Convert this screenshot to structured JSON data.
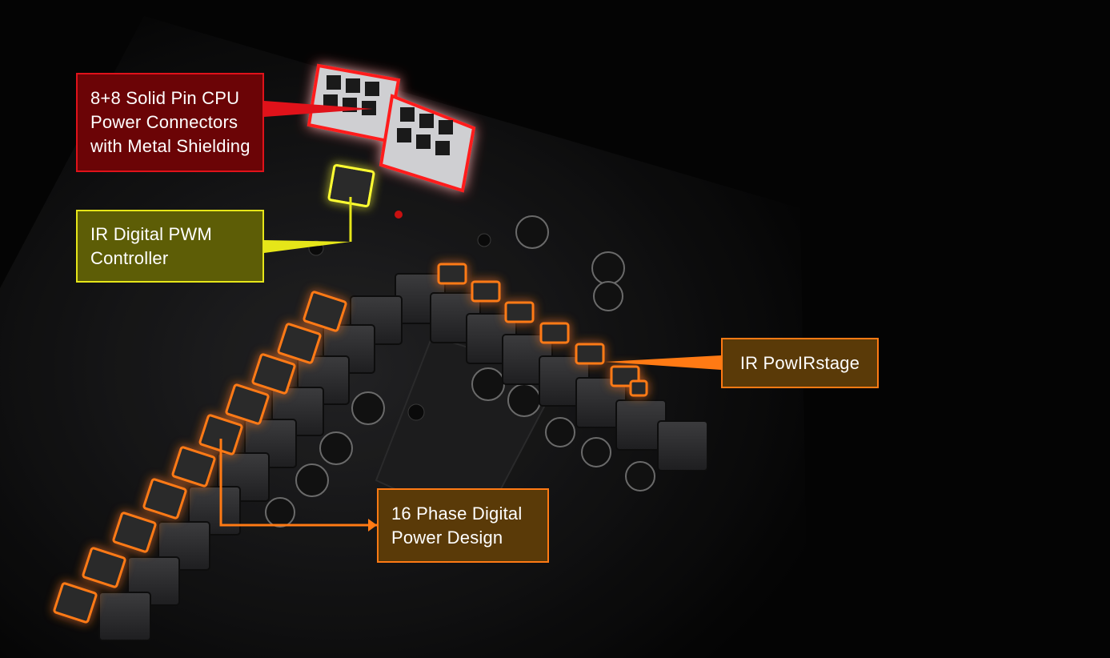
{
  "callouts": {
    "cpu_power": {
      "line1": "8+8 Solid Pin CPU",
      "line2": "Power Connectors",
      "line3": "with Metal Shielding",
      "border": "#e0121a",
      "fill": "#6b0406"
    },
    "pwm": {
      "line1": "IR Digital PWM",
      "line2": "Controller",
      "border": "#e6e619",
      "fill": "#5d5d06"
    },
    "powirstage": {
      "line1": "IR PowIRstage",
      "border": "#ff7a14",
      "fill": "#5a3a08"
    },
    "phase": {
      "line1": "16 Phase Digital",
      "line2": "Power Design",
      "border": "#ff7a14",
      "fill": "#5a3a08"
    }
  },
  "glow_colors": {
    "red": "#ff1a1a",
    "yellow": "#ffff30",
    "orange": "#ff7a14"
  }
}
